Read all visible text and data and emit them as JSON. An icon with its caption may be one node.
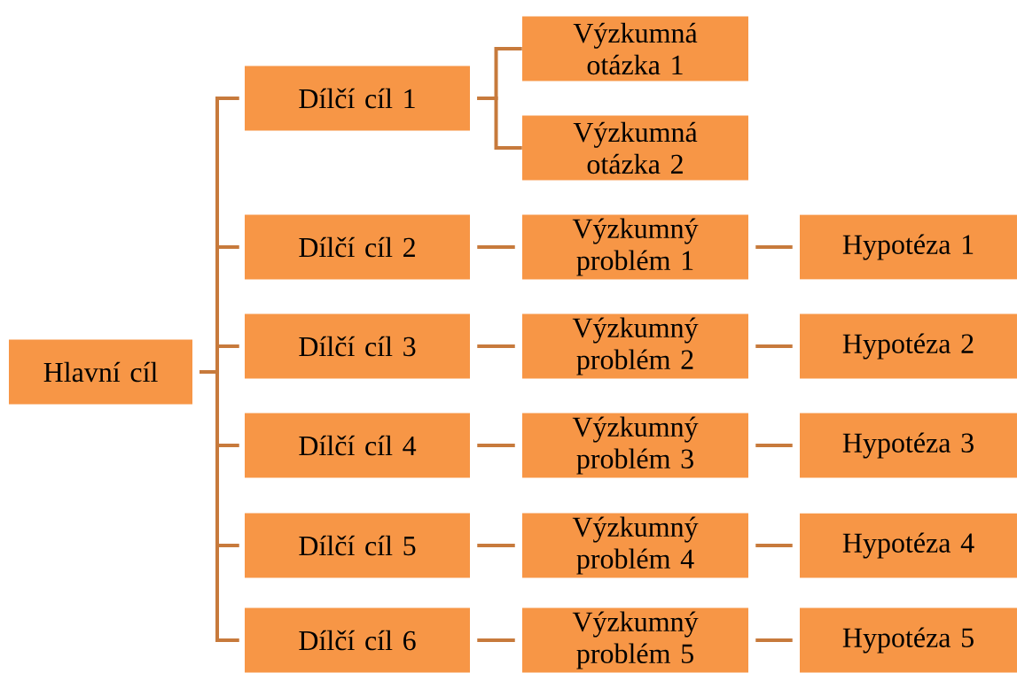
{
  "diagram": {
    "nodes": [
      {
        "text": [
          "Hlavní cíl"
        ]
      },
      {
        "text": [
          "Dílčí cíl 1"
        ]
      },
      {
        "text": [
          "Výzkumná otázka 1"
        ]
      },
      {
        "text": [
          "Výzkumná otázka 2"
        ]
      },
      {
        "text": [
          "Dílčí cíl 2"
        ]
      },
      {
        "text": [
          "Výzkumný problém 1"
        ]
      },
      {
        "text": [
          "Hypotéza 1"
        ]
      },
      {
        "text": [
          "Dílčí cíl 3"
        ]
      },
      {
        "text": [
          "Výzkumný problém 2"
        ]
      },
      {
        "text": [
          "Hypotéza 2"
        ]
      },
      {
        "text": [
          "Dílčí cíl 4"
        ]
      },
      {
        "text": [
          "Výzkumný problém 3"
        ]
      },
      {
        "text": [
          "Hypotéza 3"
        ]
      },
      {
        "text": [
          "Dílčí cíl 5"
        ]
      },
      {
        "text": [
          "Výzkumný problém 4"
        ]
      },
      {
        "text": [
          "Hypotéza 4"
        ]
      },
      {
        "text": [
          "Dílčí cíl 6"
        ]
      },
      {
        "text": [
          "Výzkumný problém 5"
        ]
      },
      {
        "text": [
          "Hypotéza 5"
        ]
      }
    ],
    "edges": [
      {
        "from": 0,
        "to": 1,
        "arrow": "none"
      },
      {
        "from": 0,
        "to": 4,
        "arrow": "none"
      },
      {
        "from": 0,
        "to": 7,
        "arrow": "none"
      },
      {
        "from": 0,
        "to": 10,
        "arrow": "none"
      },
      {
        "from": 0,
        "to": 13,
        "arrow": "none"
      },
      {
        "from": 0,
        "to": 16,
        "arrow": "none"
      },
      {
        "from": 1,
        "to": 2,
        "arrow": "none"
      },
      {
        "from": 1,
        "to": 3,
        "arrow": "none"
      },
      {
        "from": 4,
        "to": 5,
        "arrow": "none"
      },
      {
        "from": 5,
        "to": 6,
        "arrow": "none"
      },
      {
        "from": 7,
        "to": 8,
        "arrow": "none"
      },
      {
        "from": 8,
        "to": 9,
        "arrow": "none"
      },
      {
        "from": 10,
        "to": 11,
        "arrow": "none"
      },
      {
        "from": 11,
        "to": 12,
        "arrow": "none"
      },
      {
        "from": 13,
        "to": 14,
        "arrow": "none"
      },
      {
        "from": 14,
        "to": 15,
        "arrow": "none"
      },
      {
        "from": 16,
        "to": 17,
        "arrow": "none"
      },
      {
        "from": 17,
        "to": 18,
        "arrow": "none"
      }
    ]
  }
}
